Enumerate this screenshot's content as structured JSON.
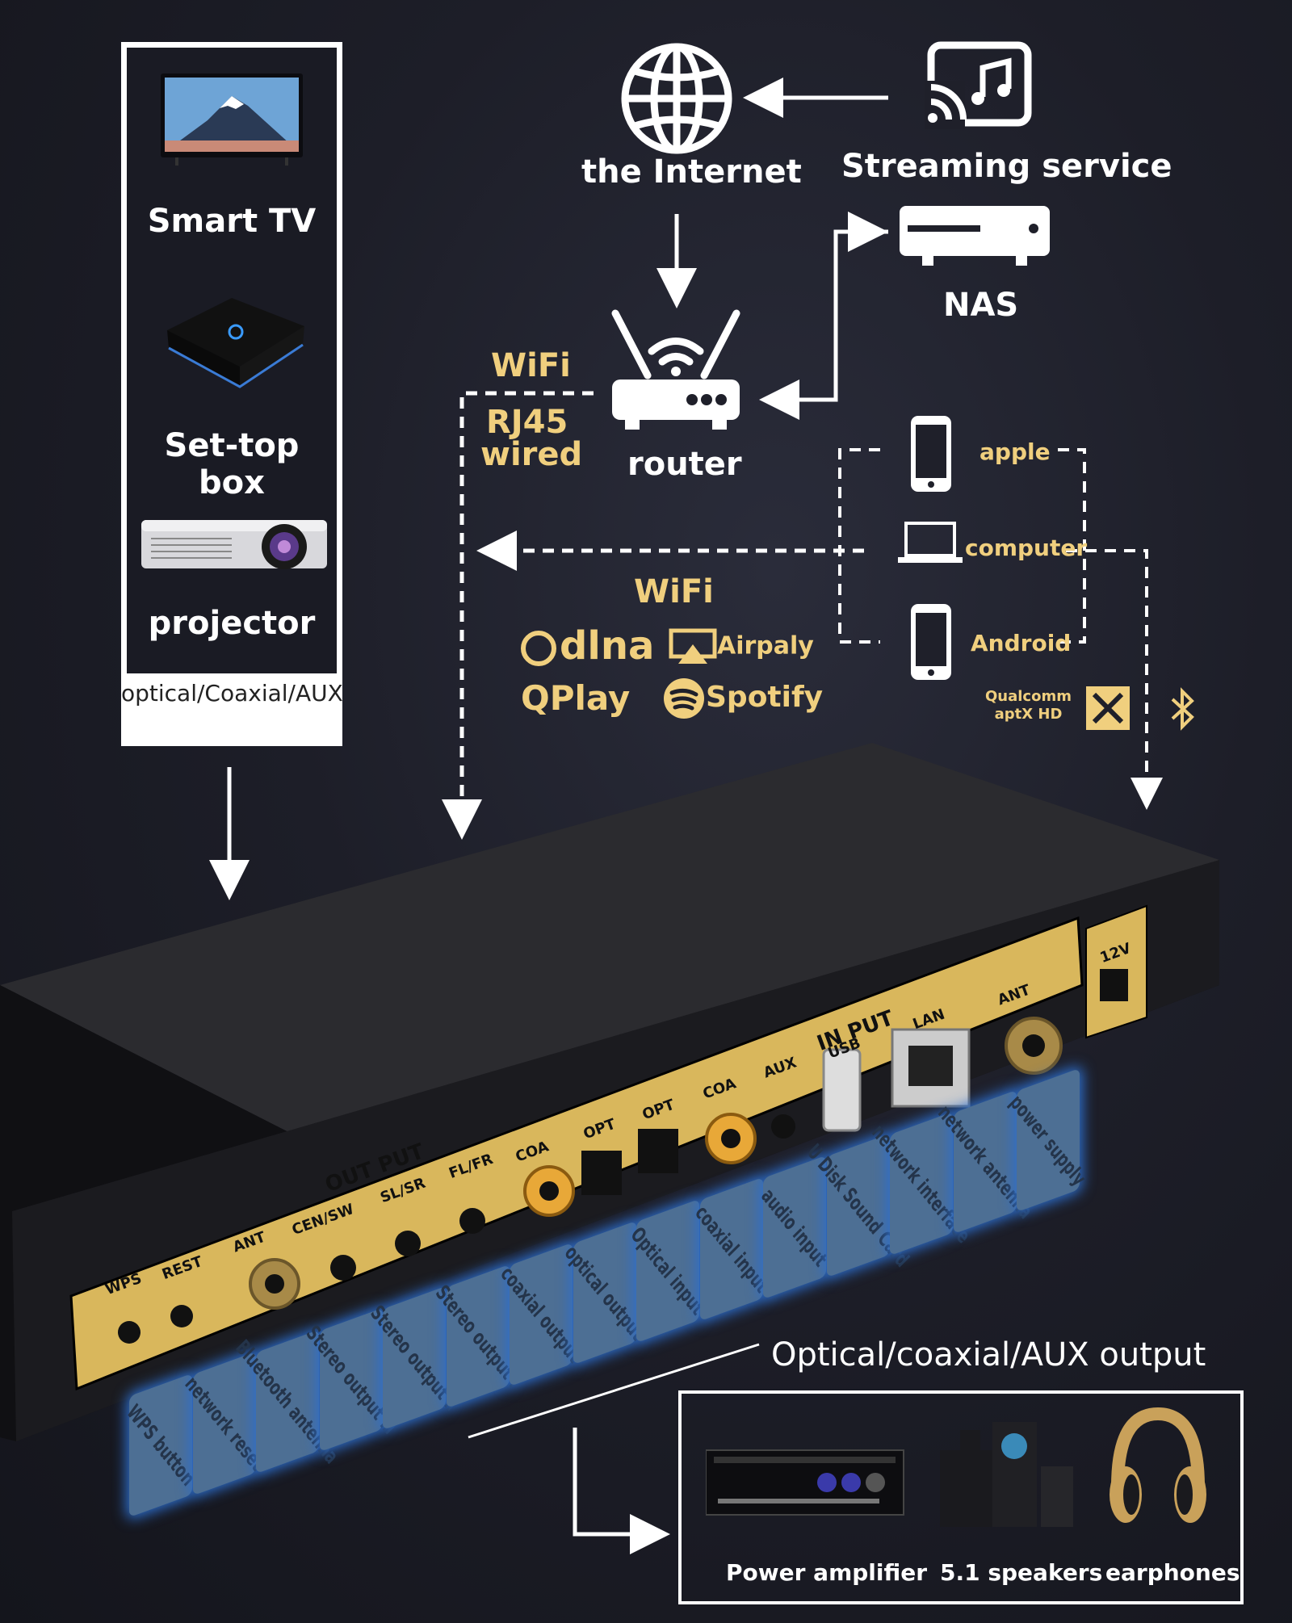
{
  "sources": {
    "items": [
      {
        "label": "Smart TV",
        "icon": "tv-icon"
      },
      {
        "label": "Set-top box",
        "icon": "set-top-box-icon"
      },
      {
        "label": "projector",
        "icon": "projector-icon"
      }
    ],
    "footer": "optical/Coaxial/AUX"
  },
  "network": {
    "internet_label": "the Internet",
    "streaming_label": "Streaming service",
    "nas_label": "NAS",
    "router_label": "router",
    "wifi_label": "WiFi",
    "rj45_label_1": "RJ45",
    "rj45_label_2": "wired"
  },
  "devices": {
    "apple_label": "apple",
    "computer_label": "computer",
    "android_label": "Android"
  },
  "protocols": {
    "wifi_label": "WiFi",
    "dlna": "dlna",
    "airplay": "Airpaly",
    "qplay": "QPlay",
    "spotify": "Spotify",
    "qualcomm_line1": "Qualcomm",
    "qualcomm_line2": "aptX HD"
  },
  "device_panel": {
    "wps": "WPS",
    "rest": "REST",
    "ant_left": "ANT",
    "cen_sw": "CEN/SW",
    "sl_sr": "SL/SR",
    "fl_fr": "FL/FR",
    "coa_out": "COA",
    "opt_out": "OPT",
    "output_title": "OUT PUT",
    "input_title": "IN PUT",
    "opt_in": "OPT",
    "coa_in": "COA",
    "aux": "AUX",
    "usb": "USB",
    "lan": "LAN",
    "ant_right": "ANT",
    "power": "12V"
  },
  "port_tags": [
    "WPS button",
    "network reset",
    "Bluetooth antenna",
    "Stereo output Ⅲ",
    "Stereo output Ⅱ",
    "Stereo output Ⅰ",
    "coaxial output",
    "optical output",
    "Optical input",
    "coaxial input",
    "audio input",
    "U Disk Sound Card",
    "network interface",
    "network antenna",
    "power supply"
  ],
  "outputs": {
    "title": "Optical/coaxial/AUX output",
    "items": [
      {
        "label": "Power amplifier",
        "icon": "amplifier-icon"
      },
      {
        "label": "5.1 speakers",
        "icon": "speakers-icon"
      },
      {
        "label": "earphones",
        "icon": "headphones-icon"
      }
    ]
  },
  "colors": {
    "accent_gold": "#f0cf7e",
    "tag_blue": "#4d6f94",
    "panel_gold": "#d9b75c"
  }
}
